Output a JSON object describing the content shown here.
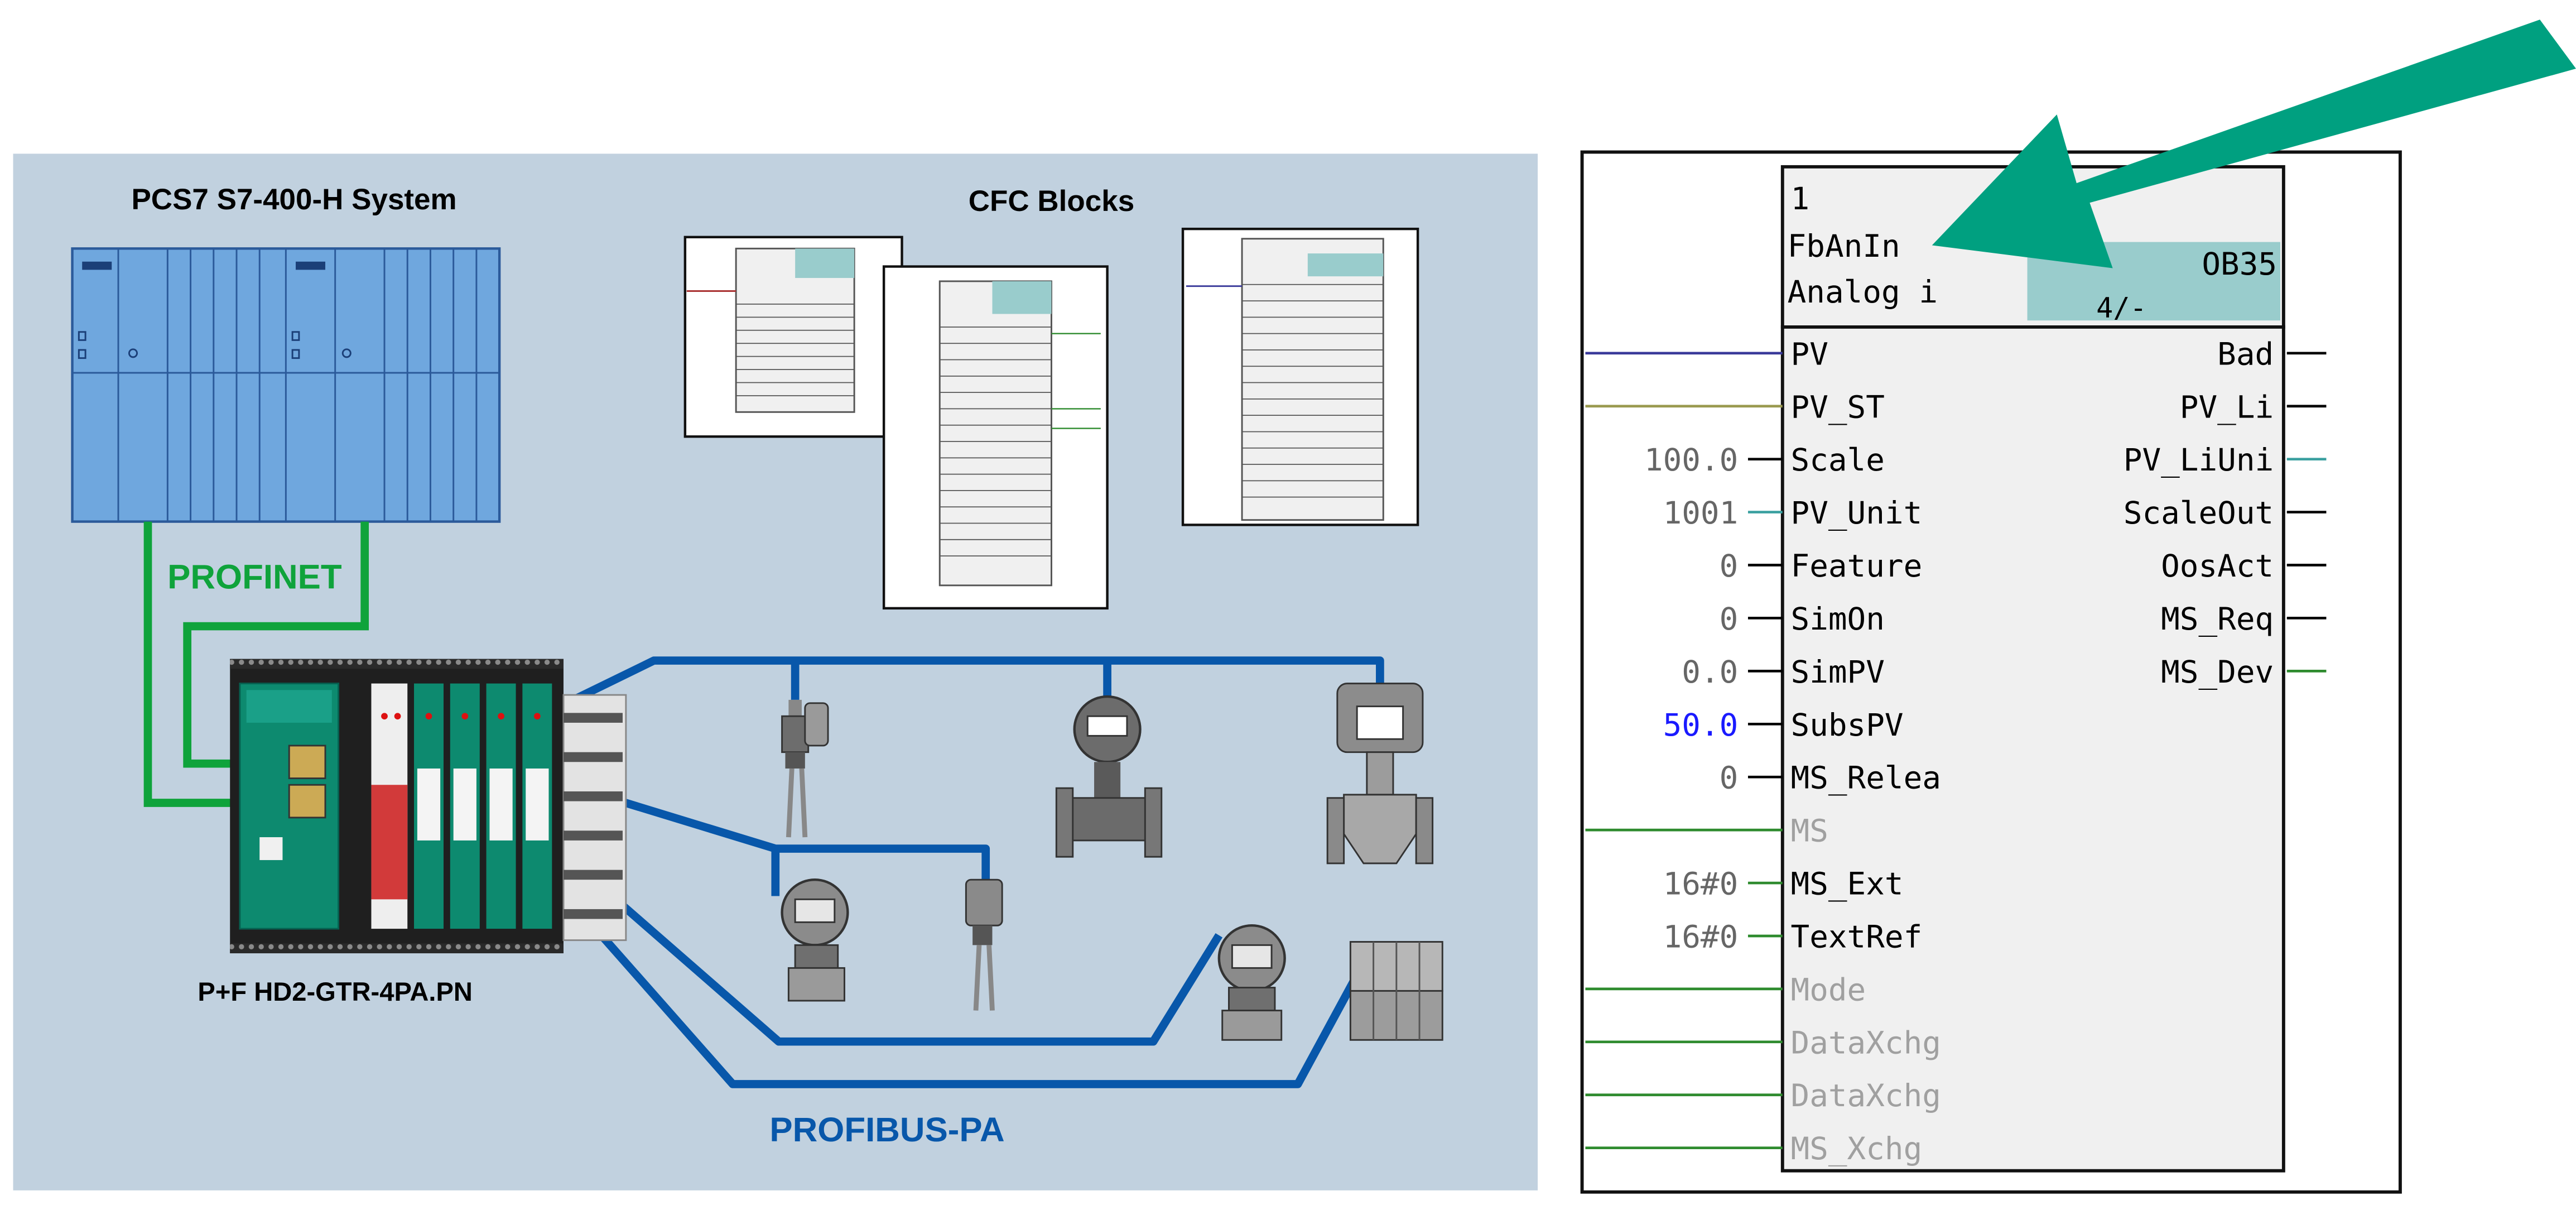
{
  "colors": {
    "panel_bg": "#c1d1df",
    "plc_blue": "#6fa7de",
    "plc_dark": "#2b5a9a",
    "profinet_green": "#0fa33b",
    "profibus_blue": "#0857aa",
    "teal": "#00a080",
    "block_header": "#99cccc",
    "gray_pin": "#a0a0a0"
  },
  "left": {
    "plc_title": "PCS7 S7-400-H System",
    "cfc_title": "CFC Blocks",
    "profinet_label": "PROFINET",
    "gateway_label": "P+F HD2-GTR-4PA.PN",
    "profibus_label": "PROFIBUS-PA"
  },
  "block": {
    "number": "1",
    "type": "FbAnIn",
    "name": "Analog i",
    "ob": "OB35",
    "cycle": "4/-",
    "inputs": [
      {
        "value": "",
        "name": "PV",
        "line": "#3a3a9a",
        "grey": false,
        "blue": false
      },
      {
        "value": "",
        "name": "PV_ST",
        "line": "#9a9a50",
        "grey": false,
        "blue": false
      },
      {
        "value": "100.0",
        "name": "Scale",
        "line": "#000000",
        "grey": false,
        "blue": false
      },
      {
        "value": "1001",
        "name": "PV_Unit",
        "line": "#3aa0a0",
        "grey": false,
        "blue": false
      },
      {
        "value": "0",
        "name": "Feature",
        "line": "#000000",
        "grey": false,
        "blue": false
      },
      {
        "value": "0",
        "name": "SimOn",
        "line": "#000000",
        "grey": false,
        "blue": false
      },
      {
        "value": "0.0",
        "name": "SimPV",
        "line": "#000000",
        "grey": false,
        "blue": false
      },
      {
        "value": "50.0",
        "name": "SubsPV",
        "line": "#000000",
        "grey": false,
        "blue": true
      },
      {
        "value": "0",
        "name": "MS_Relea",
        "line": "#000000",
        "grey": false,
        "blue": false
      },
      {
        "value": "",
        "name": "MS",
        "line": "#2e8b2e",
        "grey": true,
        "blue": false
      },
      {
        "value": "16#0",
        "name": "MS_Ext",
        "line": "#2e8b2e",
        "grey": false,
        "blue": false
      },
      {
        "value": "16#0",
        "name": "TextRef",
        "line": "#2e8b2e",
        "grey": false,
        "blue": false
      },
      {
        "value": "",
        "name": "Mode",
        "line": "#2e8b2e",
        "grey": true,
        "blue": false
      },
      {
        "value": "",
        "name": "DataXchg",
        "line": "#2e8b2e",
        "grey": true,
        "blue": false
      },
      {
        "value": "",
        "name": "DataXchg",
        "line": "#2e8b2e",
        "grey": true,
        "blue": false
      },
      {
        "value": "",
        "name": "MS_Xchg",
        "line": "#2e8b2e",
        "grey": true,
        "blue": false
      }
    ],
    "outputs": [
      {
        "name": "Bad",
        "line": "#000000"
      },
      {
        "name": "PV_Li",
        "line": "#000000"
      },
      {
        "name": "PV_LiUni",
        "line": "#3aa0a0"
      },
      {
        "name": "ScaleOut",
        "line": "#000000"
      },
      {
        "name": "OosAct",
        "line": "#000000"
      },
      {
        "name": "MS_Req",
        "line": "#000000"
      },
      {
        "name": "MS_Dev",
        "line": "#2e8b2e"
      }
    ]
  }
}
